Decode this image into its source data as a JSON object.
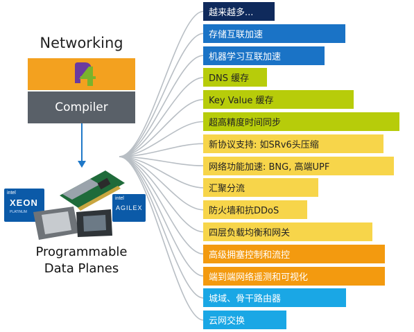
{
  "left": {
    "title": "Networking",
    "p4_logo_text": "P4",
    "compiler": "Compiler",
    "caption_line1": "Programmable",
    "caption_line2": "Data Planes",
    "intel_xeon": {
      "brand": "intel",
      "name": "XEON",
      "tier": "PLATINUM"
    },
    "intel_agilex": {
      "brand": "intel",
      "name": "AGILEX"
    }
  },
  "colors": {
    "navy": "#0f2a5c",
    "blue": "#1a73c6",
    "green": "#b7cc0a",
    "yellow": "#f7d54a",
    "orange": "#f39a0f",
    "cyan": "#1aa7e5",
    "spoke": "#b8bec4",
    "arrow": "#1f78c8"
  },
  "items": [
    {
      "label": "越来越多...",
      "color": "navy"
    },
    {
      "label": "存储互联加速",
      "color": "blue"
    },
    {
      "label": "机器学习互联加速",
      "color": "blue"
    },
    {
      "label": "DNS 缓存",
      "color": "green"
    },
    {
      "label": "Key Value 缓存",
      "color": "green"
    },
    {
      "label": "超高精度时间同步",
      "color": "green"
    },
    {
      "label": "新协议支持: 如SRv6头压缩",
      "color": "yellow"
    },
    {
      "label": "网络功能加速: BNG, 高端UPF",
      "color": "yellow"
    },
    {
      "label": "汇聚分流",
      "color": "yellow"
    },
    {
      "label": "防火墙和抗DDoS",
      "color": "yellow"
    },
    {
      "label": "四层负载均衡和网关",
      "color": "yellow"
    },
    {
      "label": "高级拥塞控制和流控",
      "color": "orange"
    },
    {
      "label": "端到端网络遥测和可视化",
      "color": "orange"
    },
    {
      "label": "城域、骨干路由器",
      "color": "cyan"
    },
    {
      "label": "云网交换",
      "color": "cyan"
    }
  ]
}
